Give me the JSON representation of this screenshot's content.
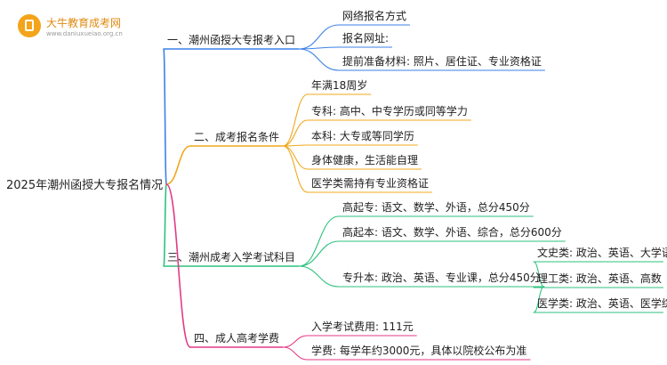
{
  "logo": {
    "name": "大牛教育成考网",
    "url": "www.daniuxueiao.org.cn"
  },
  "root": {
    "label": "2025年潮州函授大专报名情况"
  },
  "branches": [
    {
      "label": "一、潮州函授大专报考入口",
      "color": "#3b82e8",
      "children": [
        {
          "label": "网络报名方式"
        },
        {
          "label": "报名网址:"
        },
        {
          "label": "提前准备材料: 照片、居住证、专业资格证"
        }
      ]
    },
    {
      "label": "二、成考报名条件",
      "color": "#f0a81c",
      "children": [
        {
          "label": "年满18周岁"
        },
        {
          "label": "专科: 高中、中专学历或同等学力"
        },
        {
          "label": "本科: 大专或等同学历"
        },
        {
          "label": "身体健康，生活能自理"
        },
        {
          "label": "医学类需持有专业资格证"
        }
      ]
    },
    {
      "label": "三、潮州成考入学考试科目",
      "color": "#2ec27e",
      "children": [
        {
          "label": "高起专: 语文、数学、外语，总分450分"
        },
        {
          "label": "高起本: 语文、数学、外语、综合，总分600分"
        },
        {
          "label": "专升本: 政治、英语、专业课，总分450分",
          "children": [
            {
              "label": "文史类: 政治、英语、大学语文"
            },
            {
              "label": "理工类: 政治、英语、高数（二)"
            },
            {
              "label": "医学类: 政治、英语、医学综合"
            }
          ]
        }
      ]
    },
    {
      "label": "四、成人高考学费",
      "color": "#e23a86",
      "children": [
        {
          "label": "入学考试费用: 111元"
        },
        {
          "label": "学费: 每学年约3000元，具体以院校公布为准"
        }
      ]
    }
  ]
}
